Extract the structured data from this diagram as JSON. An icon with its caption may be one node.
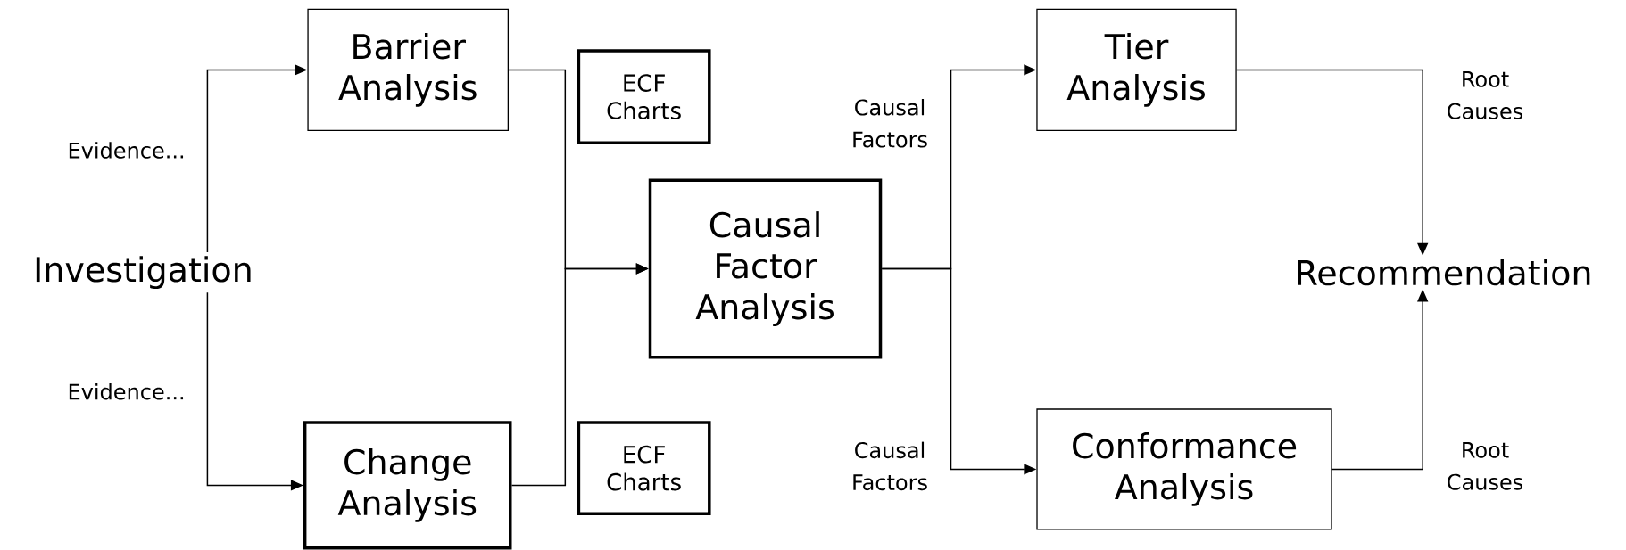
{
  "diagram": {
    "nodes": [
      {
        "text": [
          "Investigation"
        ]
      },
      {
        "text": [
          "Barrier Analysis"
        ]
      },
      {
        "text": [
          "Change Analysis"
        ]
      },
      {
        "text": [
          "ECF Charts"
        ]
      },
      {
        "text": [
          "ECF Charts"
        ]
      },
      {
        "text": [
          "Causal Factor Analysis"
        ]
      },
      {
        "text": [
          "Tier Analysis"
        ]
      },
      {
        "text": [
          "Conformance Analysis"
        ]
      },
      {
        "text": [
          "Recommendation"
        ]
      }
    ],
    "edges": [
      {
        "from": 0,
        "to": 1,
        "arrow": "to",
        "label": "Evidence..."
      },
      {
        "from": 0,
        "to": 2,
        "arrow": "to",
        "label": "Evidence..."
      },
      {
        "from": 1,
        "to": 5,
        "arrow": "to"
      },
      {
        "from": 2,
        "to": 5,
        "arrow": "to"
      },
      {
        "from": 5,
        "to": 6,
        "arrow": "to",
        "label": "Causal Factors"
      },
      {
        "from": 5,
        "to": 7,
        "arrow": "to",
        "label": "Causal Factors"
      },
      {
        "from": 6,
        "to": 8,
        "arrow": "to",
        "label": "Root Causes"
      },
      {
        "from": 7,
        "to": 8,
        "arrow": "to",
        "label": "Root Causes"
      }
    ]
  }
}
